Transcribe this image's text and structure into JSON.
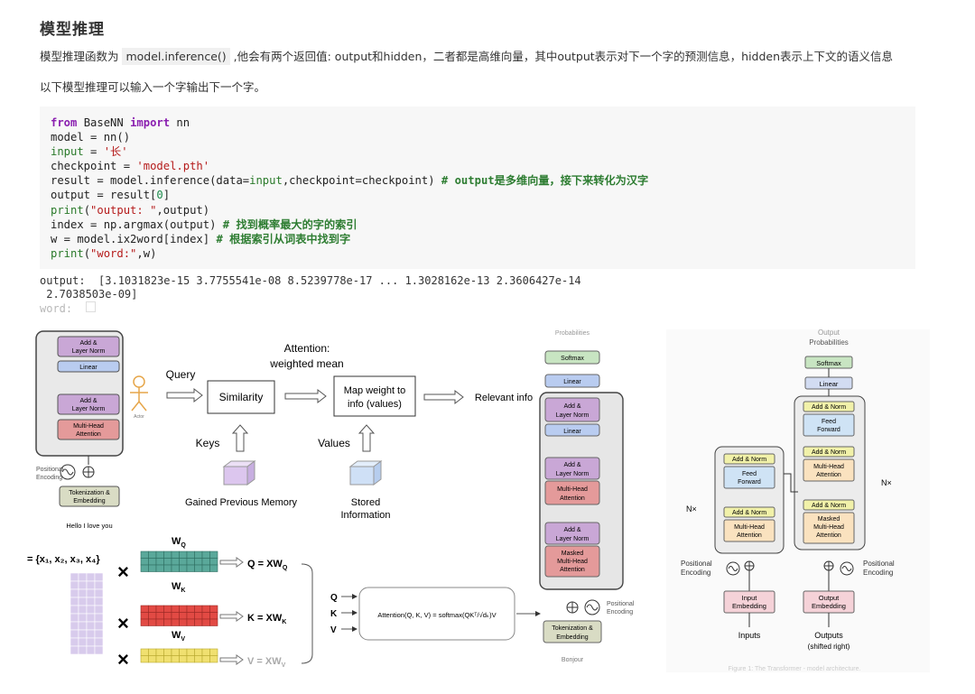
{
  "section": {
    "title": "模型推理",
    "para1_prefix": "模型推理函数为 ",
    "para1_code": "model.inference()",
    "para1_suffix": " ,他会有两个返回值: output和hidden，二者都是高维向量，其中output表示对下一个字的预测信息，hidden表示上下文的语义信息",
    "para2": "以下模型推理可以输入一个字输出下一个字。"
  },
  "code_lines": {
    "l1a": "from",
    "l1b": " BaseNN ",
    "l1c": "import",
    "l1d": " nn",
    "l2": "model = nn()",
    "l3a": "input",
    "l3b": " = ",
    "l3c": "'长'",
    "l4a": "checkpoint = ",
    "l4b": "'model.pth'",
    "l5a": "result = model.inference(data=",
    "l5b": "input",
    "l5c": ",checkpoint=checkpoint) ",
    "l5d": "# output是多维向量，接下来转化为汉字",
    "l6a": "output = result[",
    "l6b": "0",
    "l6c": "]",
    "l7a": "print",
    "l7b": "(",
    "l7c": "\"output: \"",
    "l7d": ",output)",
    "l8a": "index = np.argmax(output) ",
    "l8b": "# 找到概率最大的字的索引",
    "l9a": "w = model.ix2word[index] ",
    "l9b": "# 根据索引从词表中找到字",
    "l10a": "print",
    "l10b": "(",
    "l10c": "\"word:\"",
    "l10d": ",w)"
  },
  "output_lines": {
    "o1": "output:  [3.1031823e-15 3.7755541e-08 8.5239778e-17 ... 1.3028162e-13 2.3606427e-14",
    "o2": " 2.7038503e-09]",
    "o3": "word:  "
  },
  "diagram_left": {
    "add_norm": "Add &",
    "layer_norm": "Layer Norm",
    "linear": "Linear",
    "multi_head": "Multi-Head",
    "attention": "Attention",
    "positional": "Positional",
    "encoding": "Encoding",
    "tokenization": "Tokenization &",
    "embedding": "Embedding",
    "input_text": "Hello I love you"
  },
  "attention_flow": {
    "title1": "Attention:",
    "title2": "weighted mean",
    "actor": "Actor",
    "query": "Query",
    "similarity": "Similarity",
    "map1": "Map weight to",
    "map2": "info (values)",
    "relevant": "Relevant info",
    "keys": "Keys",
    "values": "Values",
    "gained": "Gained Previous Memory",
    "stored1": "Stored",
    "stored2": "Information"
  },
  "qkv": {
    "x_set": "= {x₁, x₂, x₃, x₄}",
    "wq": "W",
    "wq_sub": "Q",
    "wk": "W",
    "wk_sub": "K",
    "wv": "W",
    "wv_sub": "V",
    "q_eq": "Q = XW",
    "k_eq": "K = XW",
    "v_eq": "V = XW",
    "q": "Q",
    "k": "K",
    "v": "V",
    "formula": "Attention(Q, K, V) = softmax(QKᵀ/√dₖ)V"
  },
  "diagram_mid": {
    "probabilities": "Probabilities",
    "softmax": "Softmax",
    "linear": "Linear",
    "add": "Add &",
    "layer_norm": "Layer Norm",
    "multi_head": "Multi-Head",
    "attention": "Attention",
    "masked": "Masked",
    "positional": "Positional",
    "encoding": "Encoding",
    "tokenization": "Tokenization &",
    "embedding": "Embedding",
    "bonjour": "Bonjour"
  },
  "transformer": {
    "output": "Output",
    "probabilities": "Probabilities",
    "softmax": "Softmax",
    "linear": "Linear",
    "add_norm": "Add & Norm",
    "feed": "Feed",
    "forward": "Forward",
    "multi_head": "Multi-Head",
    "attention": "Attention",
    "masked": "Masked",
    "nx": "N×",
    "positional": "Positional",
    "encoding": "Encoding",
    "input_emb1": "Input",
    "input_emb2": "Embedding",
    "output_emb1": "Output",
    "output_emb2": "Embedding",
    "inputs": "Inputs",
    "outputs": "Outputs",
    "shifted": "(shifted right)",
    "caption": "Figure 1: The Transformer - model architecture."
  }
}
